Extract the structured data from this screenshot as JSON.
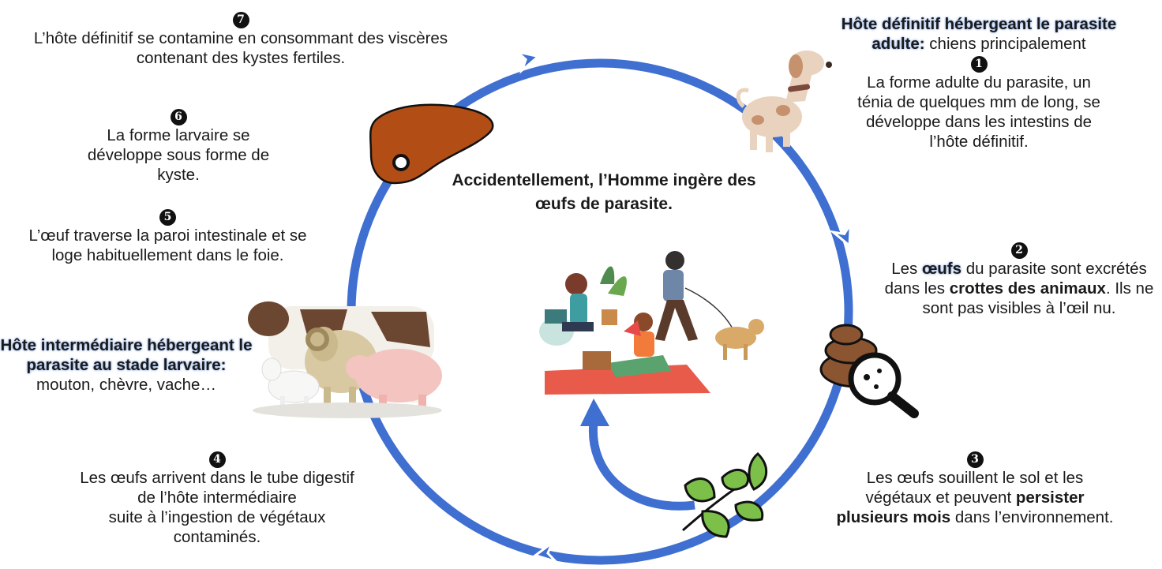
{
  "center_text": "Accidentellement, l’Homme ingère des œufs de parasite.",
  "step1": {
    "number": "1",
    "host_title": "Hôte définitif hébergeant le parasite adulte:",
    "host_rest": " chiens principalement",
    "text": "La forme adulte du parasite, un ténia de quelques mm de long, se développe dans les intestins de l’hôte définitif."
  },
  "step2": {
    "number": "2",
    "t1": "Les ",
    "t2": "œufs",
    "t3": " du parasite sont excrétés dans les ",
    "t4": "crottes des animaux",
    "t5": ". Ils ne sont pas visibles à l’œil nu."
  },
  "step3": {
    "number": "3",
    "t1": "Les œufs souillent le sol et les végétaux et peuvent ",
    "t2": "persister plusieurs mois",
    "t3": " dans l’environnement."
  },
  "step4": {
    "number": "4",
    "line1": "Les œufs arrivent dans le tube digestif",
    "line2": "de l’hôte intermédiaire",
    "line3": "suite à l’ingestion de végétaux",
    "line4": "contaminés."
  },
  "intermediate_host": {
    "title": "Hôte intermédiaire hébergeant le parasite au stade larvaire:",
    "rest": "mouton, chèvre, vache…"
  },
  "step5": {
    "number": "5",
    "text": "L’œuf traverse la paroi intestinale et se loge habituellement dans le foie."
  },
  "step6": {
    "number": "6",
    "text": "La forme larvaire se développe sous forme de kyste."
  },
  "step7": {
    "number": "7",
    "text": "L’hôte définitif se contamine en consommant des viscères contenant des kystes fertiles."
  },
  "colors": {
    "cycle_blue": "#3f6fd0",
    "liver": "#b24d15",
    "poop": "#8a5530",
    "leaf": "#7cc04a"
  }
}
